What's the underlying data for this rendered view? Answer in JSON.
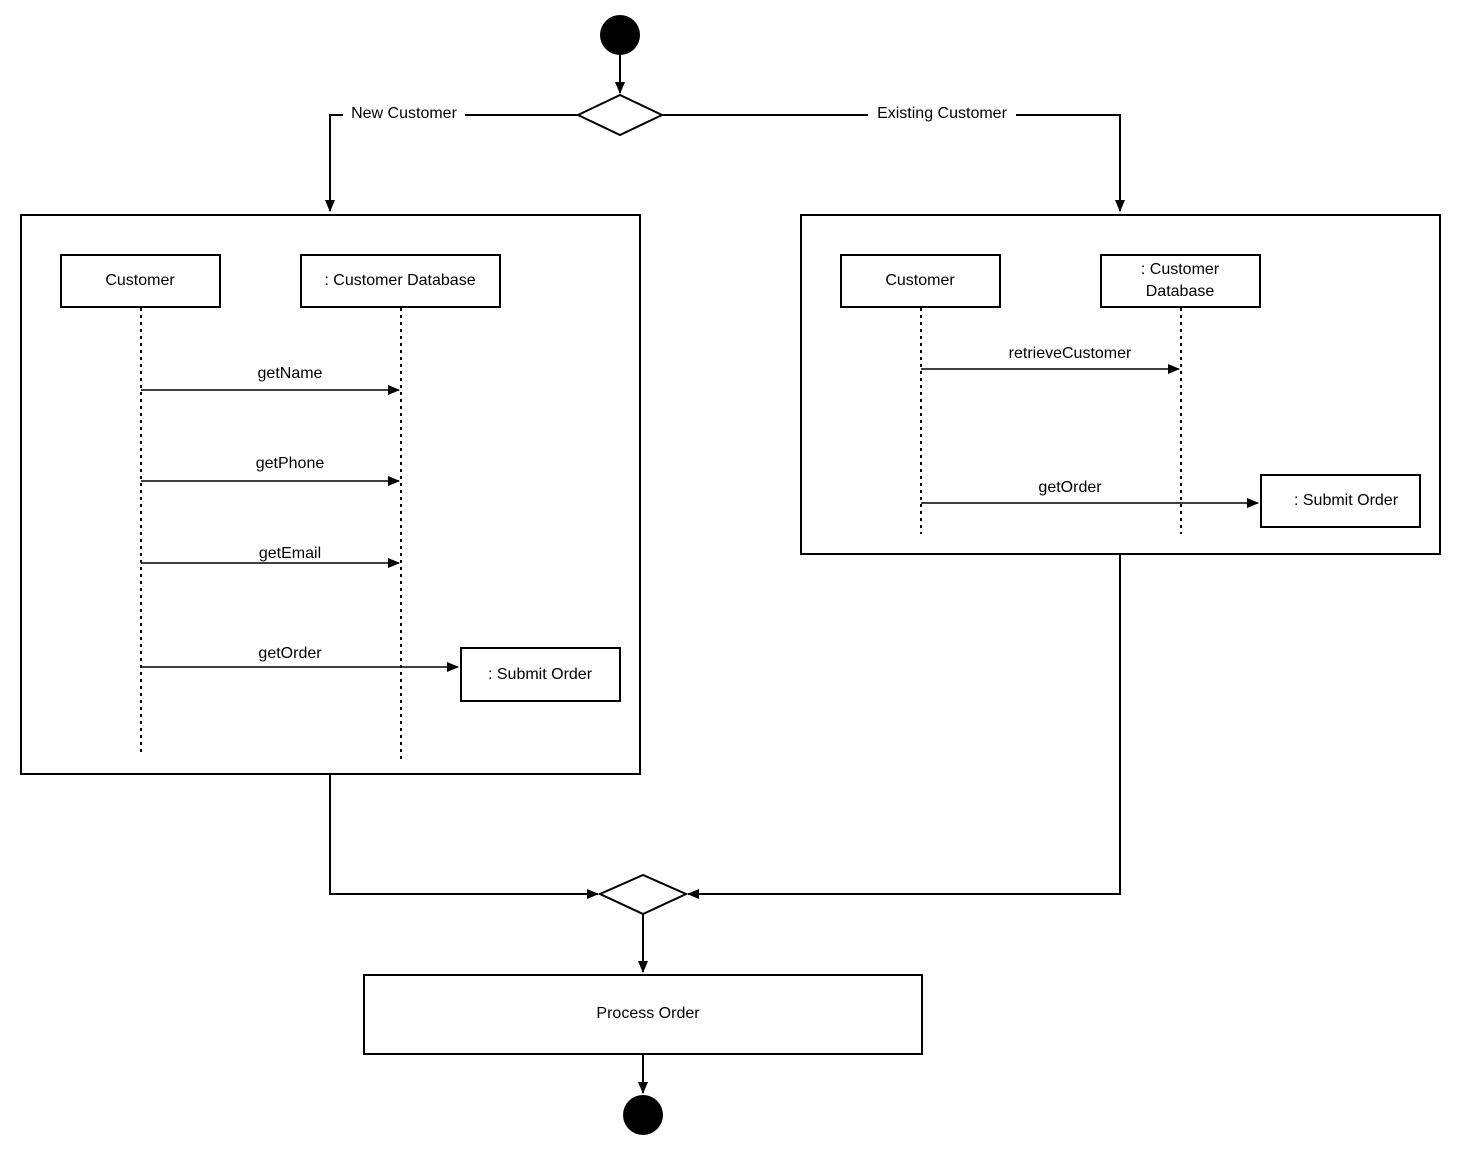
{
  "branch": {
    "new_label": "New Customer",
    "existing_label": "Existing Customer"
  },
  "new_frame": {
    "customer": "Customer",
    "database": ": Customer Database",
    "submit": ": Submit Order",
    "messages": [
      "getName",
      "getPhone",
      "getEmail",
      "getOrder"
    ]
  },
  "existing_frame": {
    "customer": "Customer",
    "database_line1": ": Customer",
    "database_line2": "Database",
    "submit": ": Submit Order",
    "messages": [
      "retrieveCustomer",
      "getOrder"
    ]
  },
  "process": {
    "label": "Process Order"
  }
}
